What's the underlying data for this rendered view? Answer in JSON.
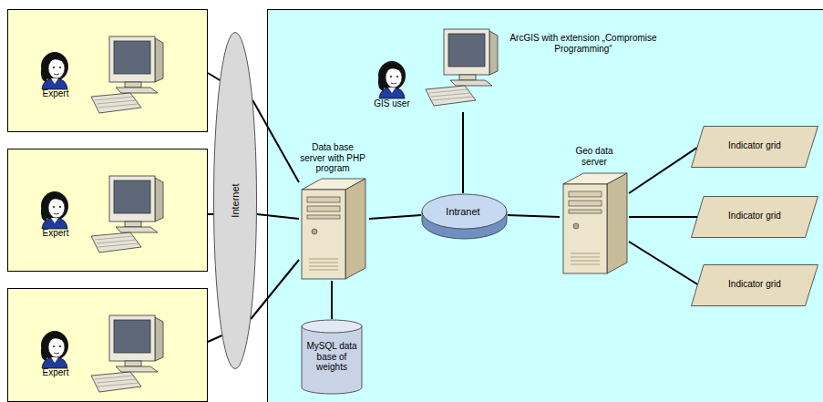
{
  "diagram": {
    "nodes": [
      {
        "text": [
          "Expert"
        ]
      },
      {
        "text": [
          "Expert"
        ]
      },
      {
        "text": [
          "Expert"
        ]
      },
      {
        "text": [
          "Internet"
        ]
      },
      {
        "text": [
          "Data base server with PHP program"
        ]
      },
      {
        "text": [
          "ArcGIS with extension „Compromise Programming“",
          "GIS user"
        ]
      },
      {
        "text": [
          "Intranet"
        ]
      },
      {
        "text": [
          "MySQL data base of weights"
        ]
      },
      {
        "text": [
          "Geo data server"
        ]
      },
      {
        "text": [
          "Indicator grid"
        ]
      },
      {
        "text": [
          "Indicator grid"
        ]
      },
      {
        "text": [
          "Indicator grid"
        ]
      }
    ],
    "edges": [
      {
        "from": 0,
        "to": 3,
        "arrow": "none"
      },
      {
        "from": 1,
        "to": 3,
        "arrow": "none"
      },
      {
        "from": 2,
        "to": 3,
        "arrow": "none"
      },
      {
        "from": 3,
        "to": 4,
        "arrow": "none"
      },
      {
        "from": 3,
        "to": 4,
        "arrow": "none"
      },
      {
        "from": 3,
        "to": 4,
        "arrow": "none"
      },
      {
        "from": 4,
        "to": 6,
        "arrow": "none"
      },
      {
        "from": 4,
        "to": 7,
        "arrow": "none"
      },
      {
        "from": 5,
        "to": 6,
        "arrow": "none"
      },
      {
        "from": 6,
        "to": 8,
        "arrow": "none"
      },
      {
        "from": 8,
        "to": 9,
        "arrow": "none"
      },
      {
        "from": 8,
        "to": 10,
        "arrow": "none"
      },
      {
        "from": 8,
        "to": 11,
        "arrow": "none"
      }
    ]
  }
}
